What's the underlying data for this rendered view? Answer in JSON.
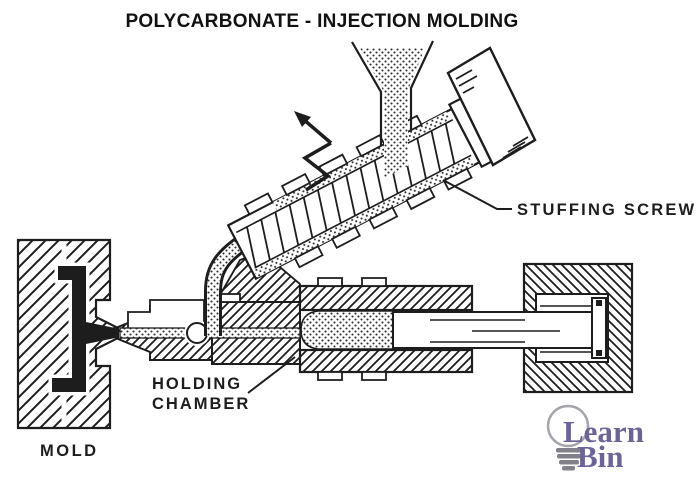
{
  "title": "POLYCARBONATE - INJECTION MOLDING",
  "diagram_labels": {
    "stuffing_screw": "STUFFING SCREW",
    "holding_chamber_line1": "HOLDING",
    "holding_chamber_line2": "CHAMBER",
    "mold": "MOLD"
  },
  "logo": {
    "word1": "Learn",
    "word2": "Bin",
    "text_color": "#6c6399",
    "bulb_color": "#a5a3ab",
    "base_color": "#82808a"
  },
  "colors": {
    "ink": "#1d1d1d",
    "background": "#ffffff"
  }
}
